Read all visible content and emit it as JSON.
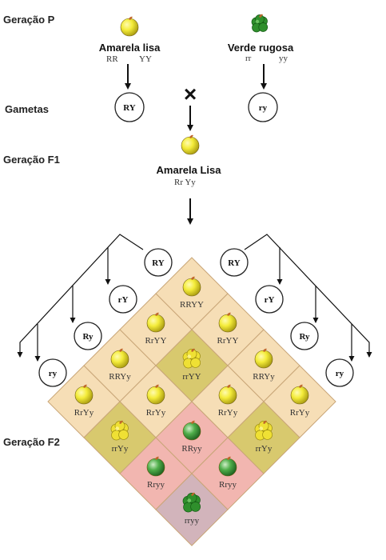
{
  "labels": {
    "geracao_p": "Geração P",
    "gametas": "Gametas",
    "geracao_f1": "Geração F1",
    "geracao_f2": "Geração F2"
  },
  "parents": {
    "left": {
      "name": "Amarela lisa",
      "allele1": "RR",
      "allele2": "YY",
      "pea": "yellow-smooth"
    },
    "right": {
      "name": "Verde rugosa",
      "allele1": "rr",
      "allele2": "yy",
      "pea": "green-wrinkled"
    }
  },
  "gametes": {
    "left": "RY",
    "right": "ry",
    "cross_symbol": "×"
  },
  "f1": {
    "name": "Amarela Lisa",
    "genotype": "Rr Yy",
    "pea": "yellow-smooth"
  },
  "left_gametes": [
    "RY",
    "rY",
    "Ry",
    "ry"
  ],
  "right_gametes": [
    "RY",
    "rY",
    "Ry",
    "ry"
  ],
  "cells": [
    {
      "genotype": "RRYY",
      "pea": "yellow-smooth",
      "color": "#f6deb6"
    },
    {
      "genotype": "RrYY",
      "pea": "yellow-smooth",
      "color": "#f6deb6"
    },
    {
      "genotype": "RrYY",
      "pea": "yellow-smooth",
      "color": "#f6deb6"
    },
    {
      "genotype": "RRYy",
      "pea": "yellow-smooth",
      "color": "#f6deb6"
    },
    {
      "genotype": "rrYY",
      "pea": "yellow-wrinkled",
      "color": "#d8c96e"
    },
    {
      "genotype": "RRYy",
      "pea": "yellow-smooth",
      "color": "#f6deb6"
    },
    {
      "genotype": "RrYy",
      "pea": "yellow-smooth",
      "color": "#f6deb6"
    },
    {
      "genotype": "RrYy",
      "pea": "yellow-smooth",
      "color": "#f6deb6"
    },
    {
      "genotype": "RrYy",
      "pea": "yellow-smooth",
      "color": "#f6deb6"
    },
    {
      "genotype": "RrYy",
      "pea": "yellow-smooth",
      "color": "#f6deb6"
    },
    {
      "genotype": "rrYy",
      "pea": "yellow-wrinkled",
      "color": "#d8c96e"
    },
    {
      "genotype": "RRyy",
      "pea": "green-smooth",
      "color": "#f2b6b0"
    },
    {
      "genotype": "rrYy",
      "pea": "yellow-wrinkled",
      "color": "#d8c96e"
    },
    {
      "genotype": "Rryy",
      "pea": "green-smooth",
      "color": "#f2b6b0"
    },
    {
      "genotype": "Rryy",
      "pea": "green-smooth",
      "color": "#f2b6b0"
    },
    {
      "genotype": "rryy",
      "pea": "green-wrinkled",
      "color": "#d2b4bb"
    }
  ],
  "colors": {
    "yellow_pea": "#f4ec3a",
    "green_pea": "#3a9a3a",
    "stem": "#c0652a",
    "cell_border": "#c9a678"
  }
}
